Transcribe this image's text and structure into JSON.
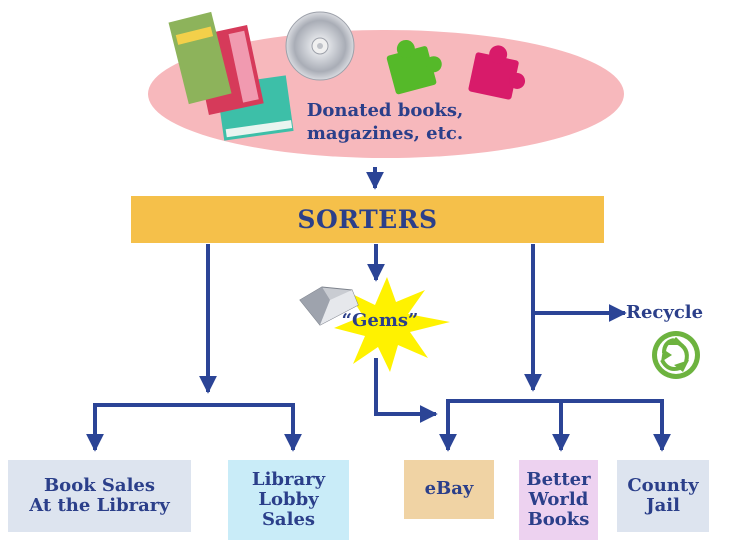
{
  "source": {
    "label_line1": "Donated books,",
    "label_line2": "magazines, etc.",
    "icons": [
      "books-icon",
      "cd-icon",
      "green-puzzle-icon",
      "pink-puzzle-icon"
    ]
  },
  "sorters": {
    "label": "SORTERS"
  },
  "gems": {
    "label": "“Gems”",
    "icon": "diamond-icon"
  },
  "recycle": {
    "label": "Recycle",
    "icon": "recycle-icon"
  },
  "destinations": {
    "library_sales": [
      "Book Sales",
      "At the Library"
    ],
    "lobby_sales": [
      "Library",
      "Lobby",
      "Sales"
    ],
    "ebay": [
      "eBay"
    ],
    "better_world": [
      "Better",
      "World",
      "Books"
    ],
    "county_jail": [
      "County",
      "Jail"
    ]
  },
  "colors": {
    "arrow": "#2b4496",
    "text": "#2b3f8a",
    "sorters_bar": "#f5c04a",
    "source_ellipse": "#f7b8bc",
    "star": "#fff200"
  }
}
